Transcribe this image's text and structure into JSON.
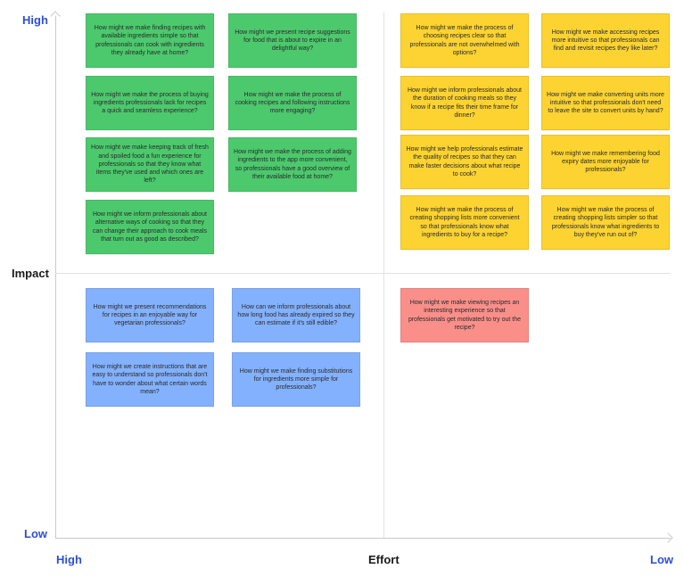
{
  "axes": {
    "impact_label": "Impact",
    "impact_high": "High",
    "impact_low": "Low",
    "effort_label": "Effort",
    "effort_high": "High",
    "effort_low": "Low"
  },
  "colors": {
    "green": "#4cc96d",
    "yellow": "#fcd331",
    "blue": "#83b1fd",
    "red": "#fa8f8a",
    "axis_text": "#2b4fd6"
  },
  "notes": {
    "green": [
      "How might we make finding recipes with available ingredients simple so that professionals can cook with ingredients they already have at home?",
      "How might we present recipe suggestions for food that is about to expire in an delightful way?",
      "How might we make the process of buying ingredients professionals lack for recipes a quick and seamless experience?",
      "How might we make the process of cooking recipes and following instructions more engaging?",
      "How might we make keeping track of fresh and spoiled food a fun experience for professionals so that they know what items they've used and which ones are left?",
      "How might we make the process of adding ingredients to the app more convenient, so professionals have a good overview of their available food at home?",
      "How might we inform professionals about alternative ways of cooking so that they can change their approach to cook meals that turn out as good as described?"
    ],
    "yellow": [
      "How might we make the process of choosing recipes clear so that professionals are not overwhelmed with options?",
      "How might we make accessing recipes more intuitive so that professionals can find and revisit recipes they like later?",
      "How might we inform professionals about the duration of cooking meals so they know if a recipe fits their time frame for dinner?",
      "How might we make converting units more intuitive so that professionals don't need to leave the site to convert units by hand?",
      "How might we help professionals estimate the quality of recipes so that they can make faster decisions about what recipe to cook?",
      "How might we make remembering food expiry dates more enjoyable for professionals?",
      "How might we make the process of creating shopping lists more convenient so that professionals know what ingredients to buy for a recipe?",
      "How might we make the process of creating shopping lists simpler so that professionals know what ingredients to buy they've run out of?"
    ],
    "blue": [
      "How might we present recommendations for recipes in an enjoyable way for vegetarian professionals?",
      "How can we inform professionals about how long food has already expired so they can estimate if it's still edible?",
      "How might we create instructions that are easy to understand so professionals don't have to wonder about what certain words mean?",
      "How might we make finding substitutions for ingredients more simple for professionals?"
    ],
    "red": [
      "How might we make viewing recipes an interesting experience so that professionals get motivated to try out the recipe?"
    ]
  }
}
